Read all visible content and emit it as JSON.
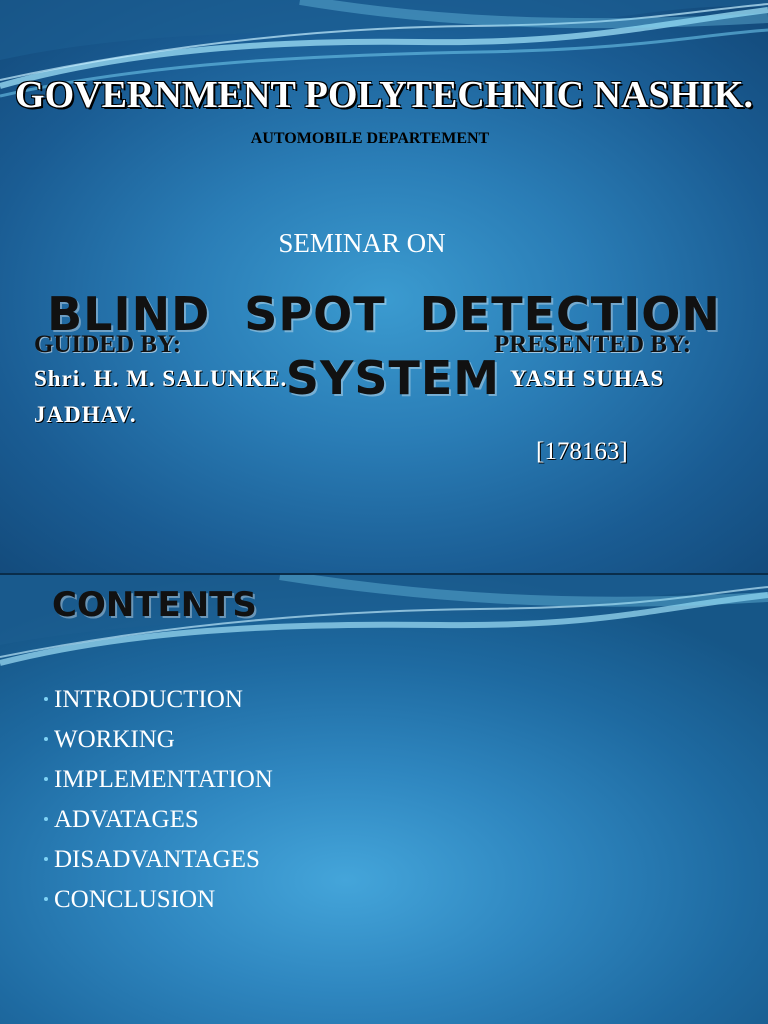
{
  "slide1": {
    "institution": "GOVERNMENT POLYTECHNIC NASHIK.",
    "department": "AUTOMOBILE DEPARTEMENT",
    "seminar_label": "SEMINAR ON",
    "topic_line1": "BLIND  SPOT  DETECTION",
    "topic_line2": "SYSTEM",
    "guided_by_label": "GUIDED BY:",
    "guide_name": "Shri. H. M. SALUNKE.",
    "presented_by_label": "PRESENTED BY:",
    "presenter_name_line1": "YASH SUHAS",
    "presenter_name_line2": "JADHAV.",
    "roll_number": "[178163]"
  },
  "slide2": {
    "heading": "CONTENTS",
    "items": [
      "INTRODUCTION",
      "WORKING",
      "IMPLEMENTATION",
      "ADVATAGES",
      "DISADVANTAGES",
      "CONCLUSION"
    ]
  },
  "colors": {
    "background_dark": "#124878",
    "background_light": "#44a5da",
    "bullet": "#7fd3f5",
    "wave": "#9fe0f7"
  }
}
